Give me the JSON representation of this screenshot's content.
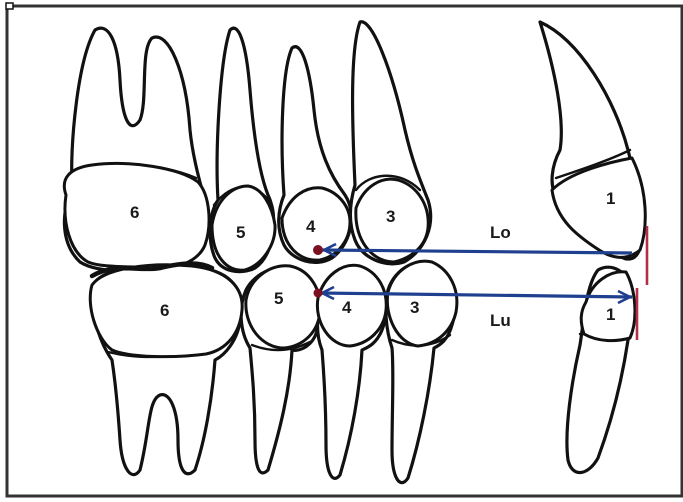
{
  "diagram": {
    "upper_teeth": {
      "molar": "6",
      "premolar_2": "5",
      "premolar_1": "4",
      "canine": "3",
      "incisor": "1"
    },
    "lower_teeth": {
      "molar": "6",
      "premolar_2": "5",
      "premolar_1": "4",
      "canine": "3",
      "incisor": "1"
    },
    "labels": {
      "upper_line": "Lo",
      "lower_line": "Lu"
    },
    "colors": {
      "line": "#1f3f8f",
      "point": "#7a1020",
      "marker": "#b0304a",
      "outline": "#111111"
    }
  }
}
